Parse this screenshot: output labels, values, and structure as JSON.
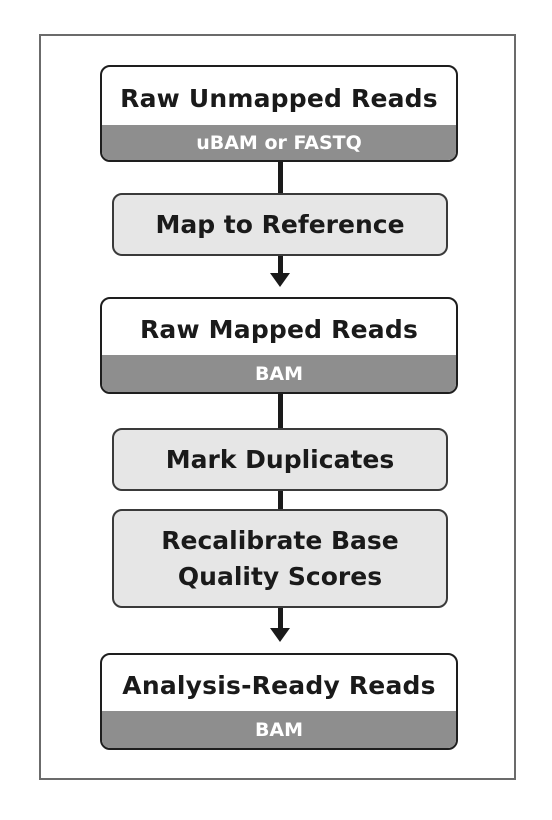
{
  "flowchart": {
    "raw_unmapped": {
      "title": "Raw Unmapped Reads",
      "format": "uBAM or FASTQ"
    },
    "map_reference": {
      "label": "Map to Reference"
    },
    "raw_mapped": {
      "title": "Raw Mapped Reads",
      "format": "BAM"
    },
    "mark_duplicates": {
      "label": "Mark Duplicates"
    },
    "recalibrate": {
      "line1": "Recalibrate Base",
      "line2": "Quality Scores"
    },
    "analysis_ready": {
      "title": "Analysis-Ready Reads",
      "format": "BAM"
    }
  },
  "colors": {
    "border": "#1e1e1e",
    "step_fill": "#e6e6e6",
    "format_band": "#8e8e8e",
    "frame": "#6b6b6b"
  }
}
